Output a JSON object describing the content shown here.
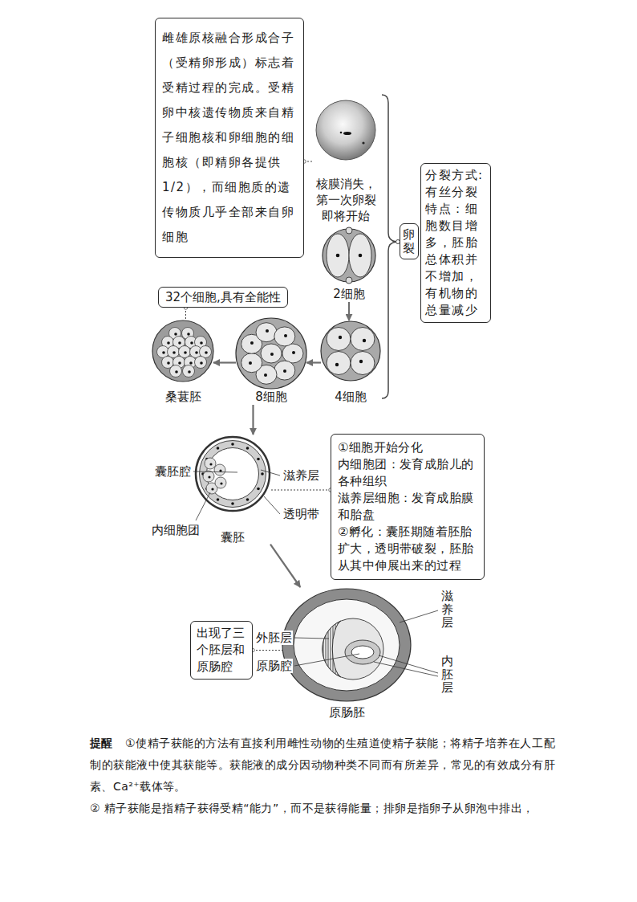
{
  "diagram": {
    "nodes": [
      {
        "text": [
          "雌雄原核融合形成合子（受精卵形成）标志着受精过程的完成。受精卵中核遗传物质来自精子细胞核和卵细胞的细胞核（即精卵各提供1/2），而细胞质的遗传物质几乎全部来自卵细胞"
        ]
      },
      {
        "text": [
          "核膜消失，第一次卵裂即将开始"
        ]
      },
      {
        "text": [
          "卵裂"
        ]
      },
      {
        "text": [
          "分裂方式:有丝分裂",
          "特点：细胞数目增多，胚胎总体积并不增加，有机物的总量减少"
        ]
      },
      {
        "text": [
          "2细胞"
        ]
      },
      {
        "text": [
          "32个细胞,具有全能性"
        ]
      },
      {
        "text": [
          "桑葚胚"
        ]
      },
      {
        "text": [
          "8细胞"
        ]
      },
      {
        "text": [
          "4细胞"
        ]
      },
      {
        "text": [
          "囊胚"
        ]
      },
      {
        "text": [
          "①细胞开始分化",
          "内细胞团：发育成胎儿的各种组织",
          "滋养层细胞：发育成胎膜和胎盘",
          "②孵化：囊胚期随着胚胎扩大，透明带破裂，胚胎从其中伸展出来的过程"
        ]
      },
      {
        "text": [
          "出现了三个胚层和原肠腔"
        ]
      },
      {
        "text": [
          "原肠胚"
        ]
      }
    ],
    "edges": [
      {
        "from": 0,
        "to": 1,
        "arrow": "none"
      },
      {
        "from": 4,
        "to": 8,
        "arrow": "to"
      },
      {
        "from": 8,
        "to": 7,
        "arrow": "to"
      },
      {
        "from": 7,
        "to": 6,
        "arrow": "to"
      },
      {
        "from": 5,
        "to": 6,
        "arrow": "none"
      },
      {
        "from": 7,
        "to": 9,
        "arrow": "to"
      },
      {
        "from": 10,
        "to": 9,
        "arrow": "none"
      },
      {
        "from": 9,
        "to": 12,
        "arrow": "to"
      },
      {
        "from": 11,
        "to": 12,
        "arrow": "none"
      }
    ],
    "labels": [
      "囊胚腔",
      "滋养层",
      "透明带",
      "内细胞团",
      "滋养层",
      "外胚层",
      "原肠腔",
      "内胚层",
      "提醒",
      "①使精子获能的方法有直接利用雌性动物的生殖道使精子获能；将精子培养在人工配制的获能液中使其获能等。获能液的成分因动物种类不同而有所差异，常见的有效成分有肝素、Ca²⁺载体等。",
      "② 精子获能是指精子获得受精“能力”，而不是获得能量；排卵是指卵子从卵泡中排出，"
    ]
  }
}
